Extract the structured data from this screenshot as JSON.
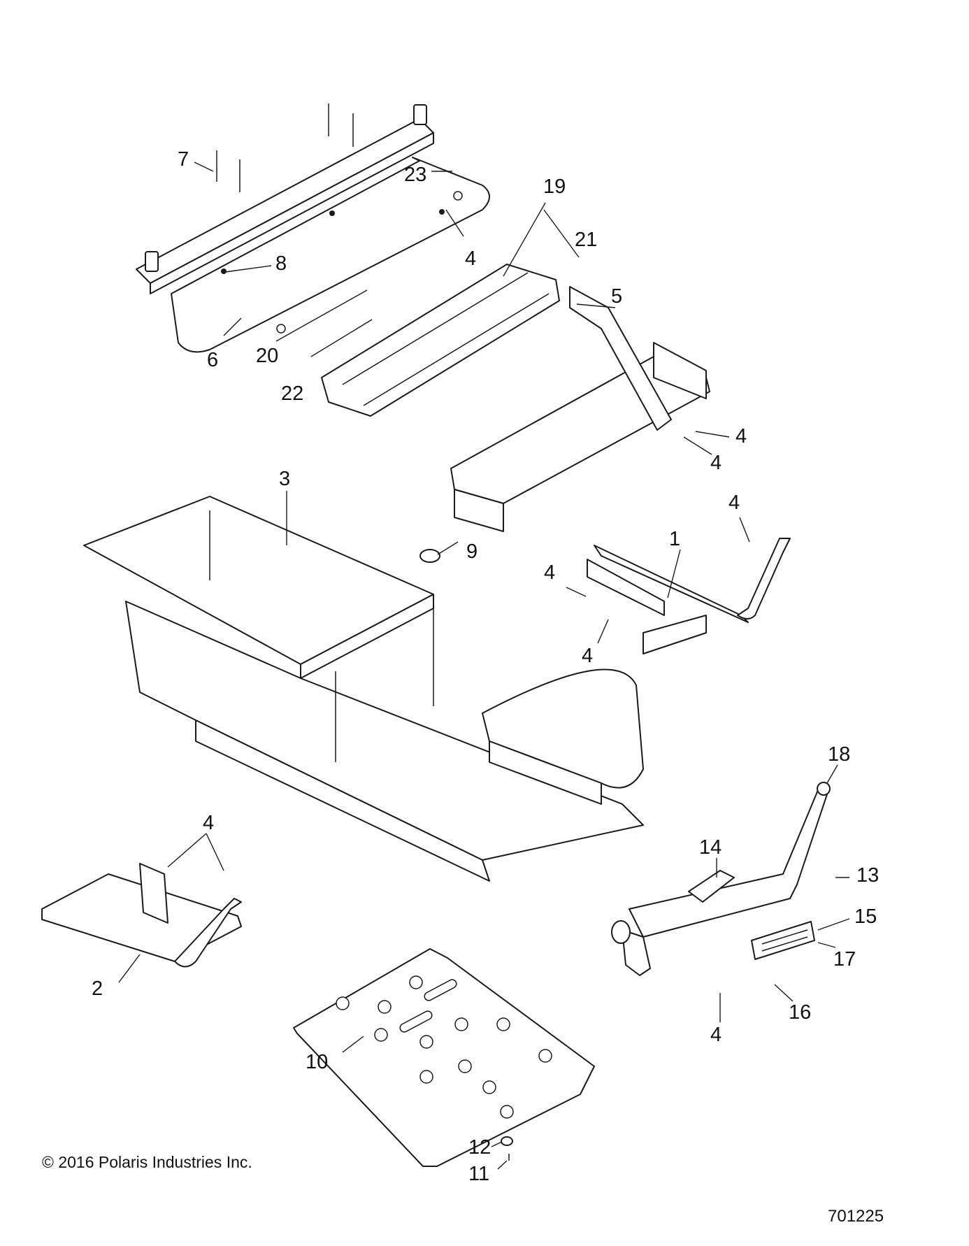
{
  "callouts": [
    {
      "id": "c7",
      "text": "7"
    },
    {
      "id": "c23",
      "text": "23"
    },
    {
      "id": "c19",
      "text": "19"
    },
    {
      "id": "c4a",
      "text": "4"
    },
    {
      "id": "c8",
      "text": "8"
    },
    {
      "id": "c21",
      "text": "21"
    },
    {
      "id": "c5",
      "text": "5"
    },
    {
      "id": "c6",
      "text": "6"
    },
    {
      "id": "c20",
      "text": "20"
    },
    {
      "id": "c22",
      "text": "22"
    },
    {
      "id": "c4b",
      "text": "4"
    },
    {
      "id": "c4c",
      "text": "4"
    },
    {
      "id": "c3",
      "text": "3"
    },
    {
      "id": "c4d",
      "text": "4"
    },
    {
      "id": "c9",
      "text": "9"
    },
    {
      "id": "c1",
      "text": "1"
    },
    {
      "id": "c4e",
      "text": "4"
    },
    {
      "id": "c4f",
      "text": "4"
    },
    {
      "id": "c18",
      "text": "18"
    },
    {
      "id": "c4g",
      "text": "4"
    },
    {
      "id": "c14",
      "text": "14"
    },
    {
      "id": "c13",
      "text": "13"
    },
    {
      "id": "c15",
      "text": "15"
    },
    {
      "id": "c17",
      "text": "17"
    },
    {
      "id": "c2",
      "text": "2"
    },
    {
      "id": "c16",
      "text": "16"
    },
    {
      "id": "c4h",
      "text": "4"
    },
    {
      "id": "c10",
      "text": "10"
    },
    {
      "id": "c12",
      "text": "12"
    },
    {
      "id": "c11",
      "text": "11"
    }
  ],
  "copyright": "© 2016 Polaris Industries Inc.",
  "document_number": "701225"
}
